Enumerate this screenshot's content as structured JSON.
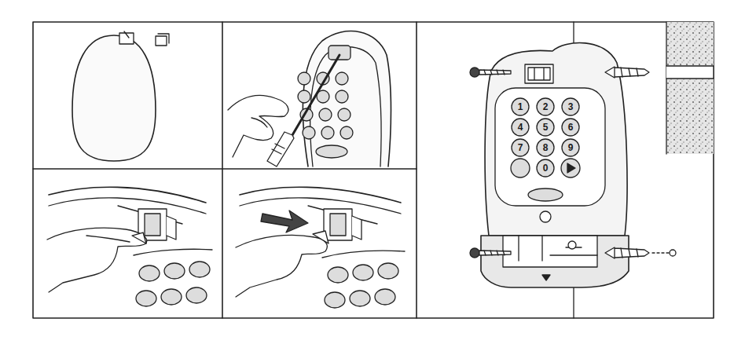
{
  "diagram": {
    "nodes": [
      {
        "text": [
          "1"
        ]
      },
      {
        "text": [
          "2"
        ]
      },
      {
        "text": [
          "3"
        ]
      },
      {
        "text": [
          "4"
        ]
      },
      {
        "text": [
          "5"
        ]
      },
      {
        "text": [
          "6"
        ]
      },
      {
        "text": [
          "7"
        ]
      },
      {
        "text": [
          "8"
        ]
      },
      {
        "text": [
          "9"
        ]
      },
      {
        "text": [
          "0"
        ]
      }
    ]
  }
}
